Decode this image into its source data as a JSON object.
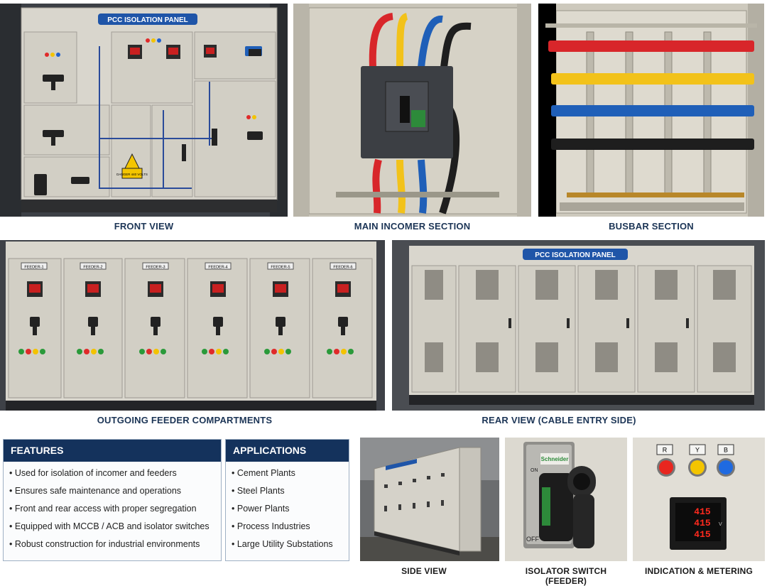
{
  "photos": {
    "front_view": {
      "caption": "FRONT VIEW",
      "panel_label": "PCC ISOLATION PANEL",
      "warning_label": "DANGER 440 VOLTS"
    },
    "main_incomer": {
      "caption": "MAIN INCOMER SECTION"
    },
    "busbar": {
      "caption": "BUSBAR SECTION"
    },
    "feeders": {
      "caption": "OUTGOING FEEDER COMPARTMENTS",
      "tags": [
        "FEEDER-1",
        "FEEDER-2",
        "FEEDER-3",
        "FEEDER-4",
        "FEEDER-5",
        "FEEDER-6"
      ]
    },
    "rear_view": {
      "caption": "REAR VIEW (CABLE ENTRY SIDE)",
      "panel_label": "PCC ISOLATION PANEL"
    },
    "side_view": {
      "caption": "SIDE VIEW"
    },
    "isolator": {
      "caption": "ISOLATOR SWITCH (FEEDER)",
      "brand": "Schneider",
      "on_label": "ON",
      "off_label": "OFF"
    },
    "metering": {
      "caption": "INDICATION & METERING",
      "lamp_labels": [
        "R",
        "Y",
        "B"
      ],
      "readings": [
        "415",
        "415",
        "415"
      ],
      "unit": "V"
    }
  },
  "features": {
    "title": "FEATURES",
    "items": [
      "Used for isolation of incomer and feeders",
      "Ensures safe maintenance and operations",
      "Front and rear access with proper segregation",
      "Equipped with MCCB / ACB and isolator switches",
      "Robust construction for industrial environments"
    ]
  },
  "applications": {
    "title": "APPLICATIONS",
    "items": [
      "Cement Plants",
      "Steel Plants",
      "Power Plants",
      "Process Industries",
      "Large Utility Substations"
    ]
  },
  "colors": {
    "navy": "#14325c",
    "panel_grey": "#d8d5cc",
    "red_phase": "#d8262a",
    "yellow_phase": "#f2c21a",
    "blue_phase": "#1f5fb8"
  }
}
